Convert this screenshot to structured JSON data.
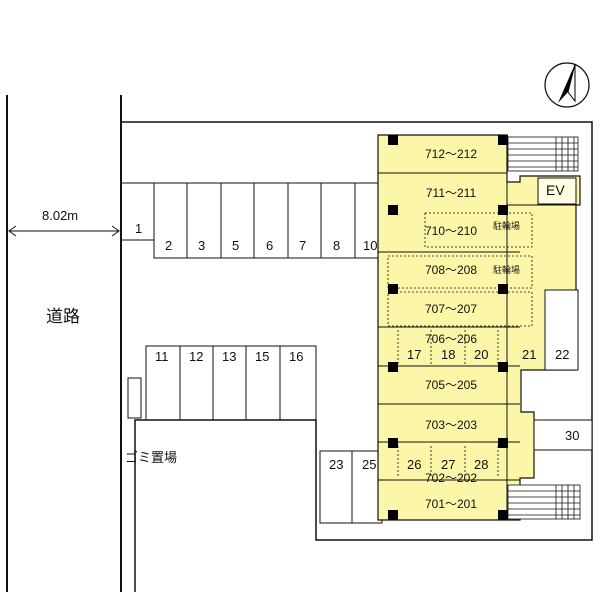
{
  "road": {
    "label": "道路",
    "width_label": "8.02m"
  },
  "elevator_label": "EV",
  "garbage_label": "ゴミ置場",
  "bike_parking_label": "駐輪場",
  "parking_top": [
    "1",
    "2",
    "3",
    "5",
    "6",
    "7",
    "8",
    "10"
  ],
  "parking_middle": [
    "11",
    "12",
    "13",
    "15",
    "16"
  ],
  "parking_side": {
    "p17": "17",
    "p18": "18",
    "p20": "20",
    "p21": "21",
    "p22": "22",
    "p30": "30"
  },
  "parking_bottom": {
    "p23": "23",
    "p25": "25",
    "p26": "26",
    "p27": "27",
    "p28": "28"
  },
  "units": {
    "u712": "712～212",
    "u711": "711～211",
    "u710": "710～210",
    "u708": "708～208",
    "u707": "707～207",
    "u706": "706～206",
    "u705": "705～205",
    "u703": "703～203",
    "u702": "702～202",
    "u701": "701～201"
  },
  "colors": {
    "building_fill": "#fbf6a8",
    "line": "#111111",
    "column": "#000000"
  }
}
